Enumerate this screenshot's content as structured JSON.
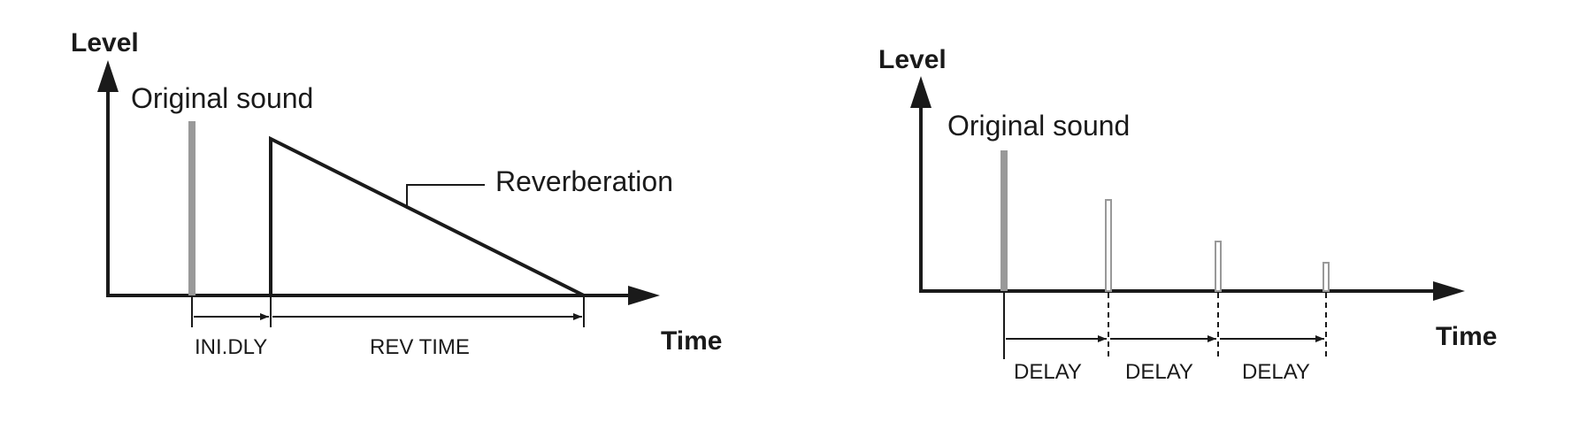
{
  "colors": {
    "ink": "#1a1a1a",
    "original_sound": "#999999"
  },
  "reverb_diagram": {
    "y_axis_label": "Level",
    "x_axis_label": "Time",
    "original_label": "Original sound",
    "reverb_label": "Reverberation",
    "init_delay_label": "INI.DLY",
    "rev_time_label": "REV TIME"
  },
  "delay_diagram": {
    "y_axis_label": "Level",
    "x_axis_label": "Time",
    "original_label": "Original sound",
    "delay_labels": [
      "DELAY",
      "DELAY",
      "DELAY"
    ]
  }
}
